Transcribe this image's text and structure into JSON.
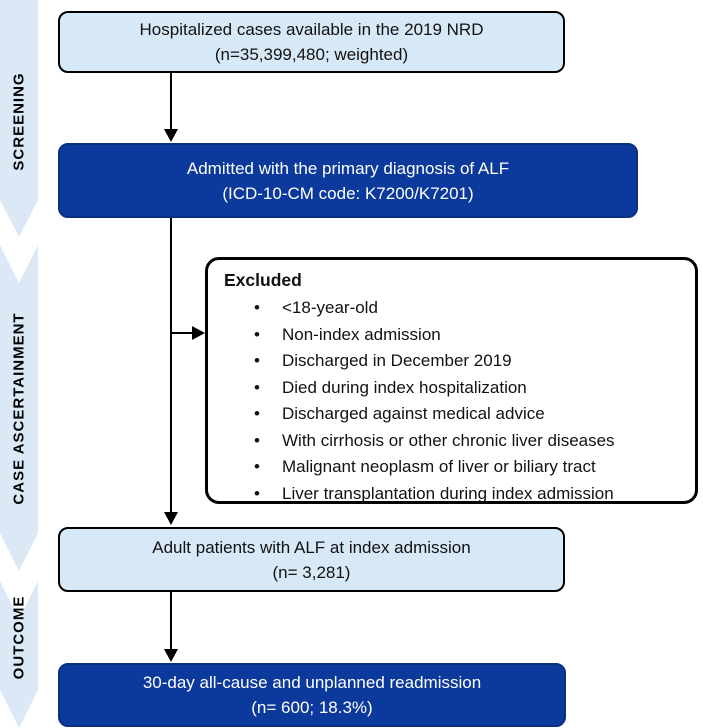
{
  "sidebar": {
    "screening_label": "SCREENING",
    "case_ascertainment_label": "CASE ASCERTAINMENT",
    "outcome_label": "OUTCOME"
  },
  "boxes": {
    "source": {
      "line1": "Hospitalized cases available in the 2019 NRD",
      "line2": "(n=35,399,480; weighted)"
    },
    "admitted": {
      "line1": "Admitted with the primary diagnosis of ALF",
      "line2": "(ICD-10-CM code: K7200/K7201)"
    },
    "excluded": {
      "title": "Excluded",
      "items": [
        "<18-year-old",
        "Non-index admission",
        "Discharged in December 2019",
        "Died during index hospitalization",
        "Discharged against medical advice",
        "With cirrhosis or other chronic liver diseases",
        "Malignant neoplasm of liver or biliary tract",
        "Liver transplantation during index admission"
      ]
    },
    "adult": {
      "line1": "Adult patients with ALF at index admission",
      "line2": "(n= 3,281)"
    },
    "readmission": {
      "line1": "30-day all-cause and unplanned readmission",
      "line2": "(n= 600; 18.3%)"
    }
  },
  "colors": {
    "stage_band_fill": "#dbe9f7",
    "light_box_fill": "#d7e8f7",
    "dark_box_fill": "#0c3a9c",
    "outline": "#000000",
    "dark_box_text": "#ffffff"
  }
}
